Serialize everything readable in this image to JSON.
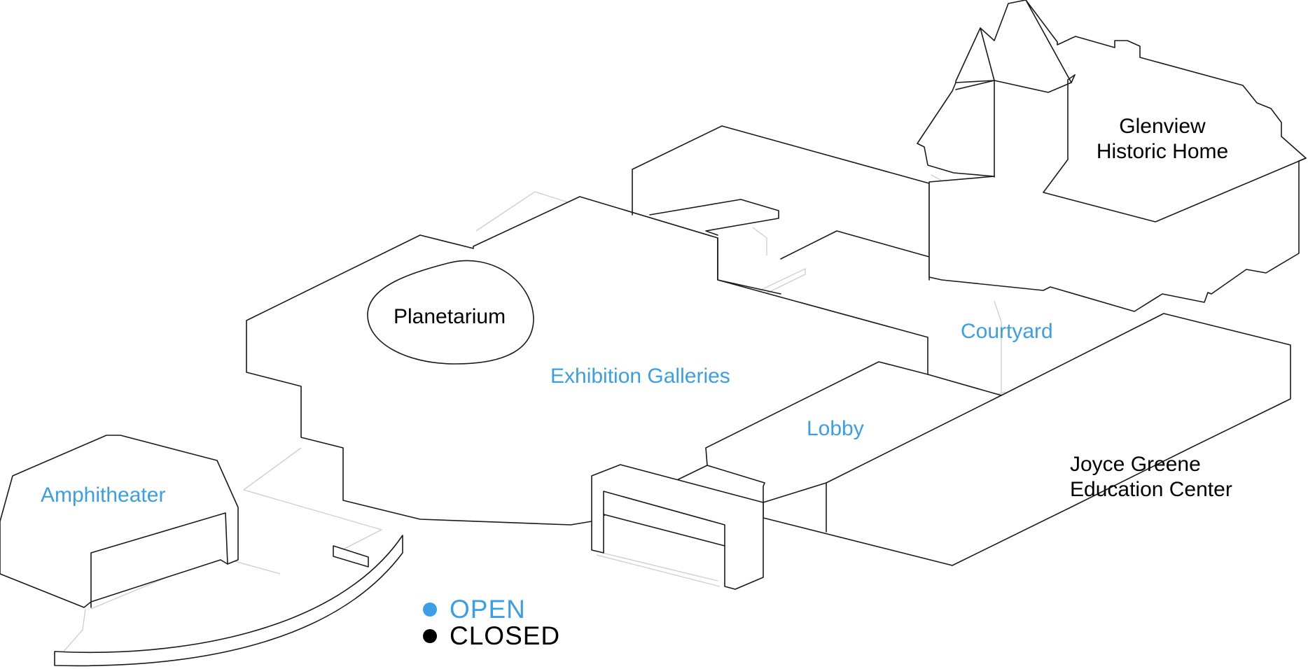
{
  "colors": {
    "open": "#3a9fe6",
    "closed": "#000000",
    "outline": "#1a1a1a",
    "ghost": "#cfcfcf"
  },
  "areas": {
    "planetarium": {
      "name": "Planetarium",
      "status": "closed"
    },
    "exhibition": {
      "name": "Exhibition Galleries",
      "status": "open"
    },
    "courtyard": {
      "name": "Courtyard",
      "status": "open"
    },
    "lobby": {
      "name": "Lobby",
      "status": "open"
    },
    "amphitheater": {
      "name": "Amphitheater",
      "status": "open"
    },
    "glenview": {
      "line1": "Glenview",
      "line2": "Historic Home",
      "status": "closed"
    },
    "joyce": {
      "line1": "Joyce Greene",
      "line2": "Education Center",
      "status": "closed"
    }
  },
  "legend": {
    "open": {
      "label": "OPEN",
      "icon": "filled-circle"
    },
    "closed": {
      "label": "CLOSED",
      "icon": "filled-circle"
    }
  }
}
